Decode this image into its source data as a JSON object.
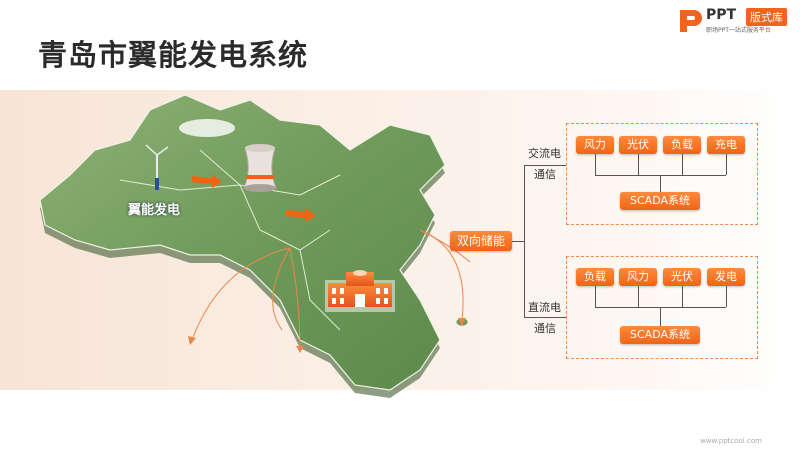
{
  "title": "青岛市翼能发电系统",
  "logo": {
    "brand": "PPT",
    "badge": "版式库",
    "tagline": "职场PPT一站式服务平台"
  },
  "map": {
    "label": "翼能发电"
  },
  "storage": {
    "label": "双向储能"
  },
  "ac_group": {
    "label_line1": "交流电",
    "label_line2": "通信",
    "items": [
      "风力",
      "光伏",
      "负载",
      "充电"
    ],
    "scada": "SCADA系统"
  },
  "dc_group": {
    "label_line1": "直流电",
    "label_line2": "通信",
    "items": [
      "负载",
      "风力",
      "光伏",
      "发电"
    ],
    "scada": "SCADA系统"
  },
  "footer": "www.pptcool.com",
  "colors": {
    "accent": "#f06416",
    "title": "#2b2b2b",
    "band": "#f7e4d6",
    "map": "#6f9a5a"
  }
}
